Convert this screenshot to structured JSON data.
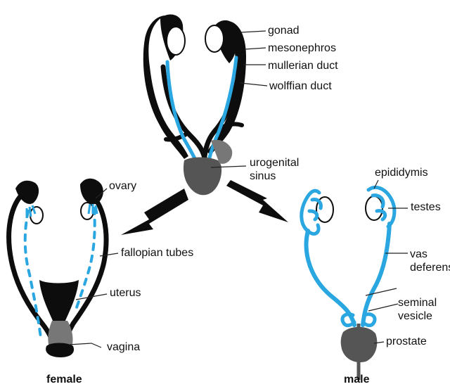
{
  "colors": {
    "duct_blue": "#2aa6e0",
    "tissue_black": "#0d0d0d",
    "sinus_gray": "#555555",
    "leader": "#222222"
  },
  "labels": {
    "gonad": "gonad",
    "mesonephros": "mesonephros",
    "mullerian_duct": "mullerian duct",
    "wolffian_duct": "wolffian duct",
    "urogenital_sinus": "urogenital\nsinus",
    "ovary": "ovary",
    "fallopian_tubes": "fallopian tubes",
    "uterus": "uterus",
    "vagina": "vagina",
    "epididymis": "epididymis",
    "testes": "testes",
    "vas_deferens": "vas\ndeferens",
    "seminal_vesicle": "seminal\nvesicle",
    "prostate": "prostate"
  },
  "captions": {
    "female": "female",
    "male": "male"
  }
}
